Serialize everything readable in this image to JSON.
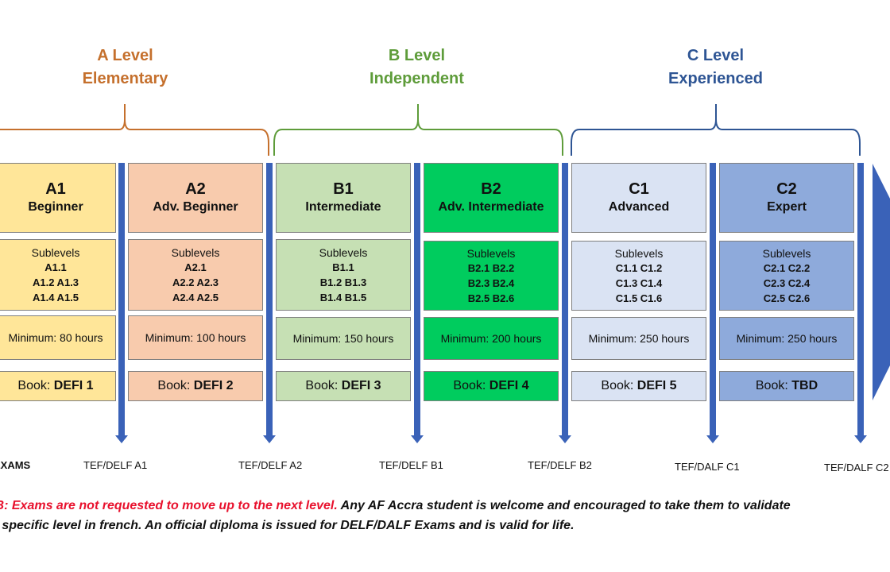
{
  "groups": [
    {
      "title": "A Level",
      "subtitle": "Elementary",
      "color": "#c5702d"
    },
    {
      "title": "B Level",
      "subtitle": "Independent",
      "color": "#5e9c3a"
    },
    {
      "title": "C Level",
      "subtitle": "Experienced",
      "color": "#2e5594"
    }
  ],
  "levels": [
    {
      "code": "A1",
      "name": "Beginner",
      "sublevels_title": "Sublevels",
      "sublevels": [
        "A1.1",
        "A1.2 A1.3",
        "A1.4 A1.5"
      ],
      "minimum": "Minimum:  80 hours",
      "book_prefix": "Book: ",
      "book": "DEFI 1",
      "fill": "#ffe699"
    },
    {
      "code": "A2",
      "name": "Adv. Beginner",
      "sublevels_title": "Sublevels",
      "sublevels": [
        "A2.1",
        "A2.2 A2.3",
        "A2.4 A2.5"
      ],
      "minimum": "Minimum:  100 hours",
      "book_prefix": "Book: ",
      "book": "DEFI 2",
      "fill": "#f8cbad"
    },
    {
      "code": "B1",
      "name": "Intermediate",
      "sublevels_title": "Sublevels",
      "sublevels": [
        "B1.1",
        "B1.2 B1.3",
        "B1.4 B1.5"
      ],
      "minimum": "Minimum:  150 hours",
      "book_prefix": "Book: ",
      "book": "DEFI 3",
      "fill": "#c6e0b4"
    },
    {
      "code": "B2",
      "name": "Adv. Intermediate",
      "sublevels_title": "Sublevels",
      "sublevels": [
        "B2.1 B2.2",
        "B2.3 B2.4",
        "B2.5 B2.6"
      ],
      "minimum": "Minimum:  200 hours",
      "book_prefix": "Book: ",
      "book": "DEFI 4",
      "fill": "#00cc5e"
    },
    {
      "code": "C1",
      "name": "Advanced",
      "sublevels_title": "Sublevels",
      "sublevels": [
        "C1.1 C1.2",
        "C1.3 C1.4",
        "C1.5 C1.6"
      ],
      "minimum": "Minimum:  250 hours",
      "book_prefix": "Book: ",
      "book": "DEFI 5",
      "fill": "#dae3f3"
    },
    {
      "code": "C2",
      "name": "Expert",
      "sublevels_title": "Sublevels",
      "sublevels": [
        "C2.1 C2.2",
        "C2.3 C2.4",
        "C2.5 C2.6"
      ],
      "minimum": "Minimum:  250 hours",
      "book_prefix": "Book: ",
      "book": "TBD",
      "fill": "#8eaadb"
    }
  ],
  "exams_label": "EXAMS",
  "exams": [
    "TEF/DELF A1",
    "TEF/DELF A2",
    "TEF/DELF B1",
    "TEF/DELF B2",
    "TEF/DALF C1",
    "TEF/DALF C2"
  ],
  "note": {
    "red": "NB: Exams are not requested to move up to the next level.",
    "line1_rest": " Any AF Accra student is welcome and encouraged to take them to validate",
    "line2": "a specific level in french. An official diploma is issued for DELF/DALF Exams and is valid for life."
  },
  "colors": {
    "arrow": "#3a62b8",
    "border": "#7f7f7f"
  }
}
